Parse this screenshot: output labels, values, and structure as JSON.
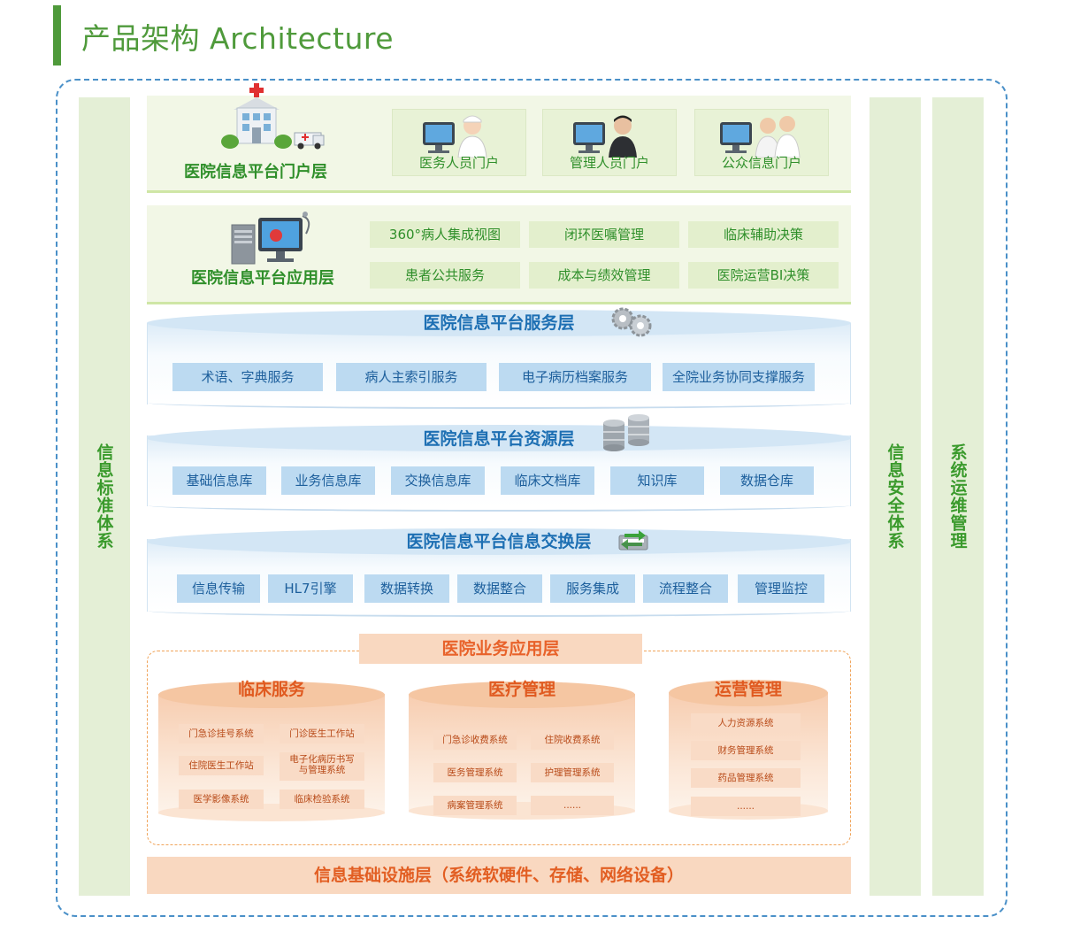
{
  "header": {
    "title": "产品架构 Architecture"
  },
  "side": {
    "left": "信息标准体系",
    "security": "信息安全体系",
    "ops": "系统运维管理"
  },
  "portal": {
    "title": "医院信息平台门户层",
    "cards": [
      "医务人员门户",
      "管理人员门户",
      "公众信息门户"
    ]
  },
  "application": {
    "title": "医院信息平台应用层",
    "items": [
      "360°病人集成视图",
      "闭环医嘱管理",
      "临床辅助决策",
      "患者公共服务",
      "成本与绩效管理",
      "医院运营BI决策"
    ]
  },
  "service": {
    "title": "医院信息平台服务层",
    "items": [
      "术语、字典服务",
      "病人主索引服务",
      "电子病历档案服务",
      "全院业务协同支撑服务"
    ]
  },
  "resource": {
    "title": "医院信息平台资源层",
    "items": [
      "基础信息库",
      "业务信息库",
      "交换信息库",
      "临床文档库",
      "知识库",
      "数据仓库"
    ]
  },
  "exchange": {
    "title": "医院信息平台信息交换层",
    "items": [
      "信息传输",
      "HL7引擎",
      "数据转换",
      "数据整合",
      "服务集成",
      "流程整合",
      "管理监控"
    ]
  },
  "business": {
    "title": "医院业务应用层",
    "clinical": {
      "title": "临床服务",
      "items": [
        "门急诊挂号系统",
        "门诊医生工作站",
        "住院医生工作站",
        "电子化病历书写\n与管理系统",
        "医学影像系统",
        "临床检验系统"
      ]
    },
    "medical": {
      "title": "医疗管理",
      "items": [
        "门急诊收费系统",
        "住院收费系统",
        "医务管理系统",
        "护理管理系统",
        "病案管理系统",
        "......"
      ]
    },
    "operation": {
      "title": "运营管理",
      "items": [
        "人力资源系统",
        "财务管理系统",
        "药品管理系统",
        "......"
      ]
    }
  },
  "infrastructure": {
    "title": "信息基础设施层（系统软硬件、存储、网络设备）"
  },
  "colors": {
    "green": "#4f9a3b",
    "blue": "#1d6fb3",
    "orange": "#e05a20",
    "frame": "#4a90c8"
  },
  "icons": [
    "hospital-icon",
    "ambulance-icon",
    "doctor-monitor-icon",
    "manager-monitor-icon",
    "public-monitor-icon",
    "server-monitor-icon",
    "gears-icon",
    "database-icon",
    "exchange-icon"
  ]
}
